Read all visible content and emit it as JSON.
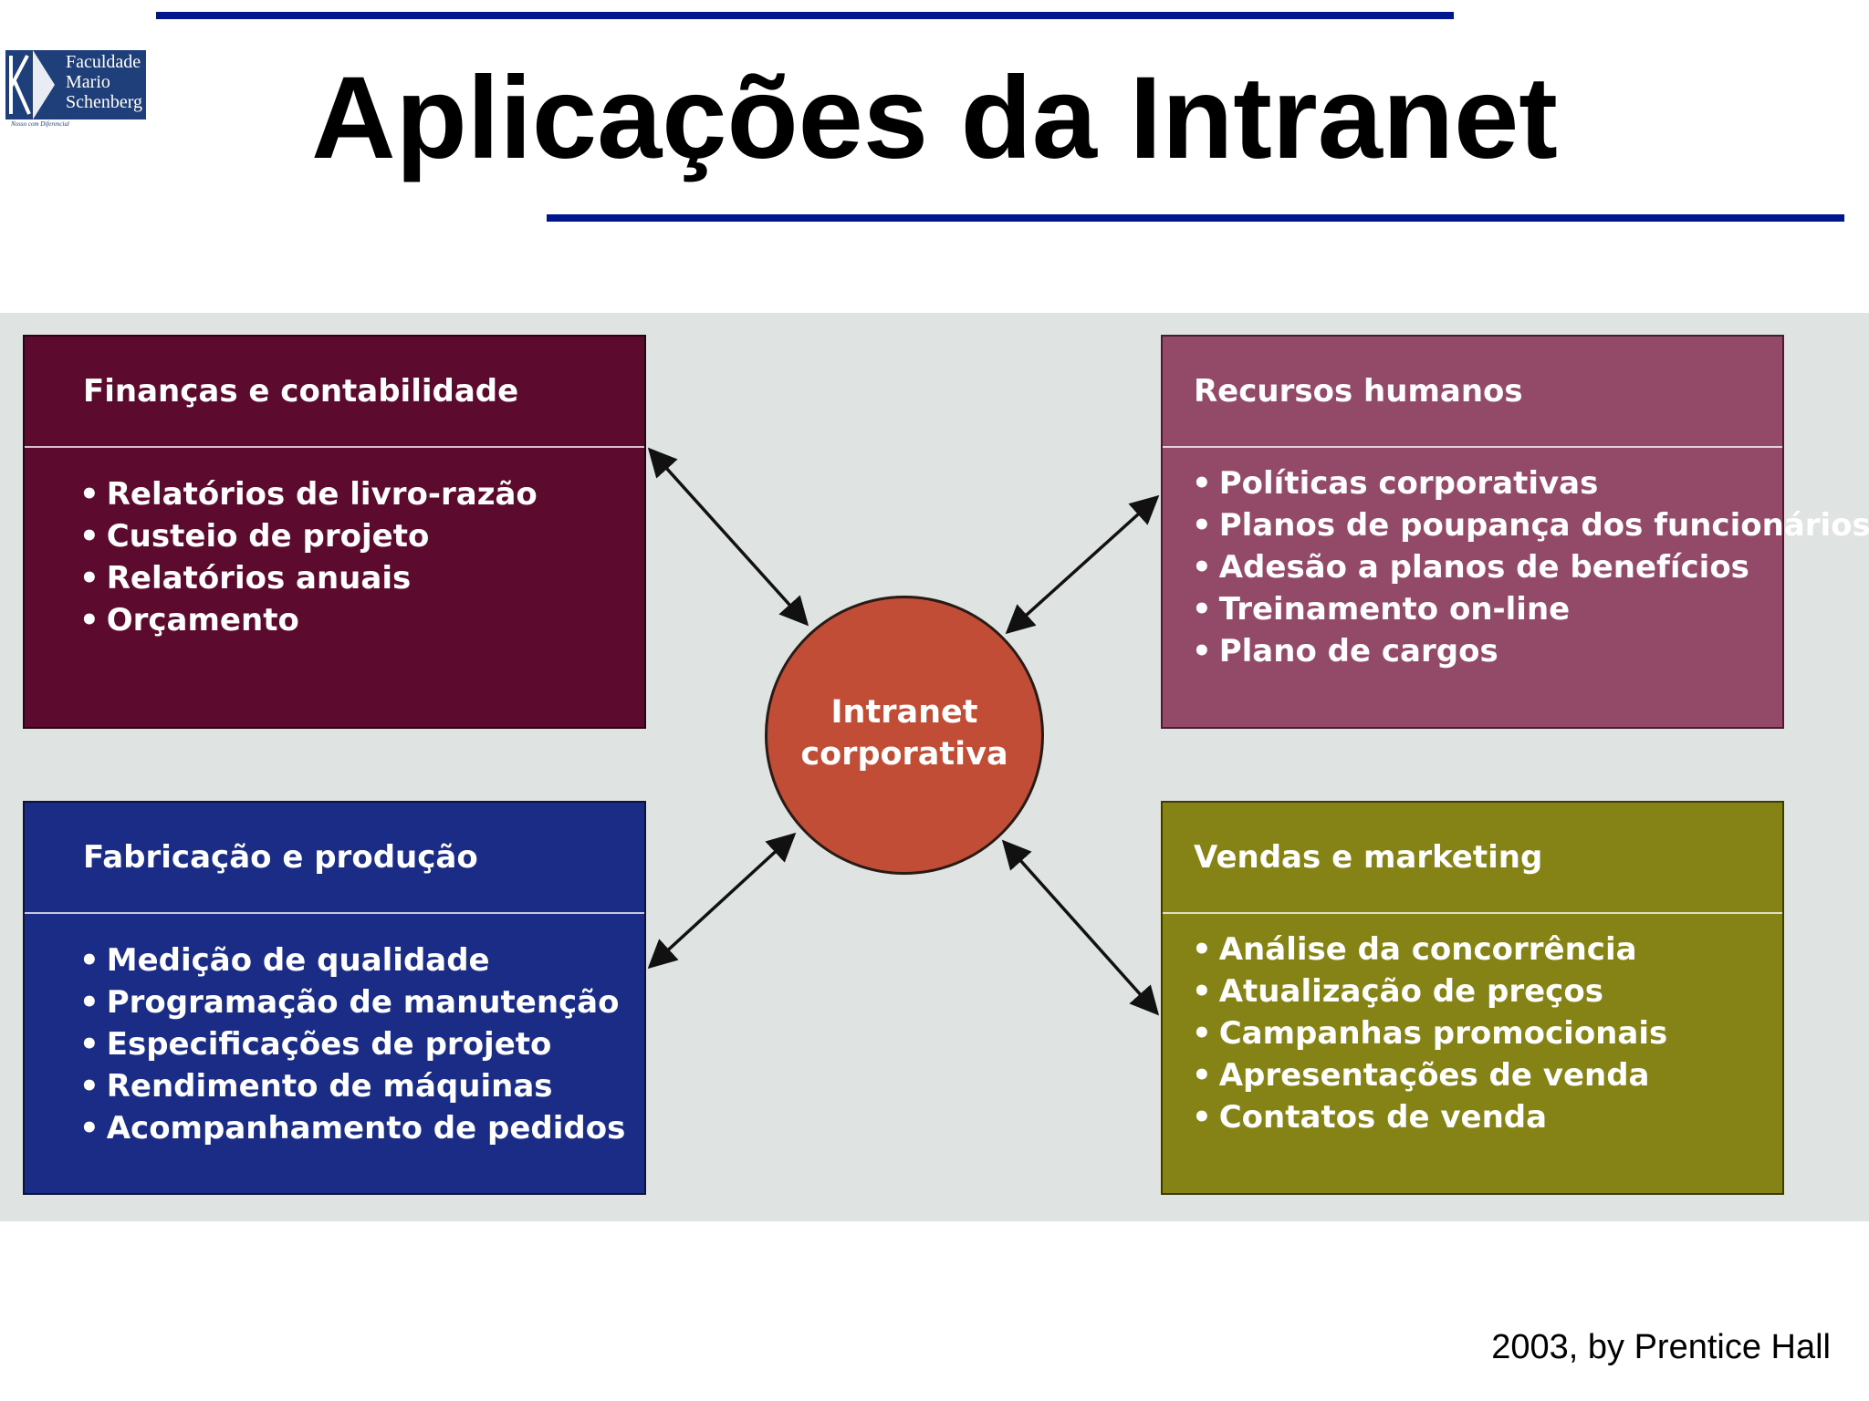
{
  "title": "Aplicações da Intranet",
  "logo": {
    "lines": [
      "Faculdade",
      "Mario",
      "Schenberg"
    ],
    "motto": "Nosso com Diferencial"
  },
  "hub": {
    "lines": [
      "Intranet",
      "corporativa"
    ]
  },
  "boxes": {
    "financas": {
      "header": "Finanças e contabilidade",
      "items": [
        "Relatórios de livro-razão",
        "Custeio de projeto",
        "Relatórios anuais",
        "Orçamento"
      ]
    },
    "recursos_humanos": {
      "header": "Recursos humanos",
      "items": [
        "Políticas corporativas",
        "Planos de poupança dos funcionários",
        "Adesão a planos de benefícios",
        "Treinamento on-line",
        "Plano de cargos"
      ]
    },
    "fabricacao": {
      "header": "Fabricação e produção",
      "items": [
        "Medição de qualidade",
        "Programação de manutenção",
        "Especificações de projeto",
        "Rendimento de máquinas",
        "Acompanhamento de pedidos"
      ]
    },
    "vendas": {
      "header": "Vendas e marketing",
      "items": [
        "Análise da concorrência",
        "Atualização de preços",
        "Campanhas promocionais",
        "Apresentações de venda",
        "Contatos de venda"
      ]
    }
  },
  "credit": "2003, by Prentice Hall",
  "colors": {
    "rule": "#00168f",
    "panel_bg": "#dfe3e1",
    "financas": "#5c0a2e",
    "recursos_humanos": "#934968",
    "fabricacao": "#1b2c86",
    "vendas": "#858216",
    "hub": "#c14d36",
    "logo_bg": "#1f3f7a"
  }
}
